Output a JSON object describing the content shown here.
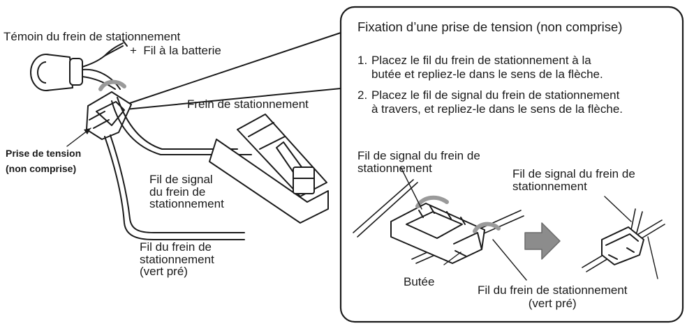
{
  "left": {
    "parking_lamp_label": "Témoin du frein de stationnement",
    "battery_label": "+  Fil à la batterie",
    "parking_brake_label": "Frein de stationnement",
    "connector_label_line1": "Prise de tension",
    "connector_label_line2": "(non comprise)",
    "signal_wire_label": "Fil de signal\ndu frein de\nstationnement",
    "brake_wire_label": "Fil du frein de\nstationnement\n(vert pré)"
  },
  "panel": {
    "title": "Fixation d’une prise de tension (non comprise)",
    "steps": [
      {
        "number": "1.",
        "text": "Placez le fil du frein de stationnement à la\nbutée et repliez-le dans le sens de la flèche."
      },
      {
        "number": "2.",
        "text": "Placez le fil de signal du frein de stationnement\nà travers, et repliez-le dans le sens de la flèche."
      }
    ],
    "signal_wire_label_a": "Fil de signal du frein de\nstationnement",
    "signal_wire_label_b": "Fil de signal du frein de\nstationnement",
    "stopper_label": "Butée",
    "brake_wire_label": "Fil du frein de stationnement\n(vert pré)"
  }
}
